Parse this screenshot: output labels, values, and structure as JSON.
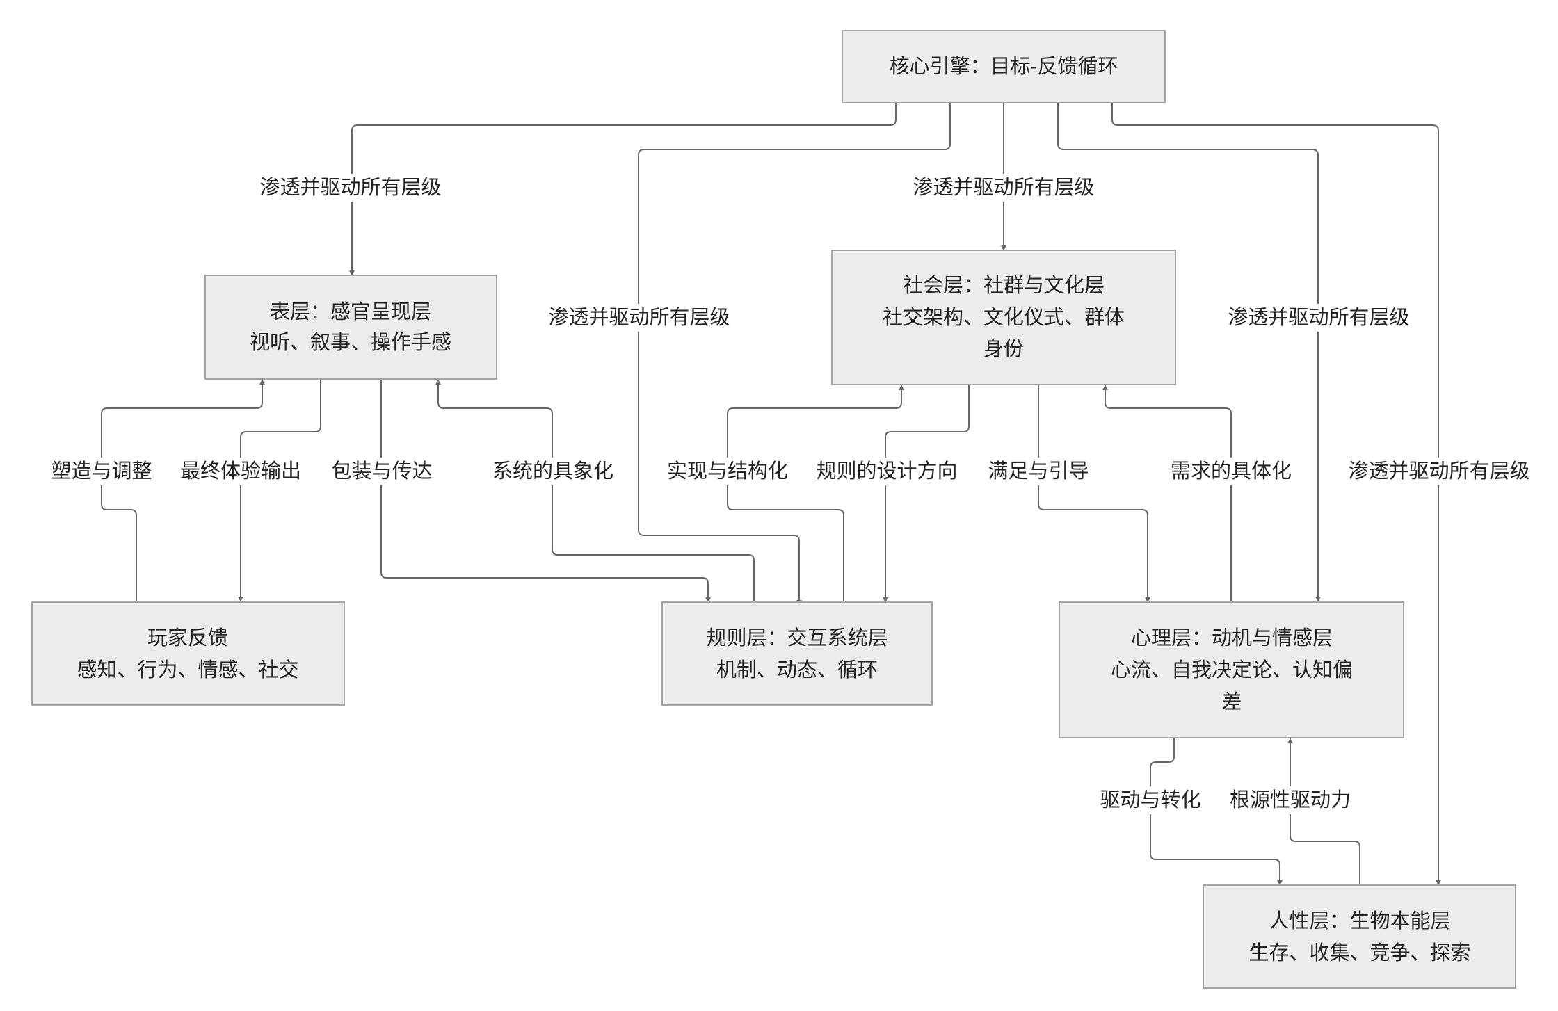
{
  "nodes": {
    "core": {
      "lines": [
        "核心引擎：目标-反馈循环"
      ]
    },
    "surface": {
      "lines": [
        "表层：感官呈现层",
        "视听、叙事、操作手感"
      ]
    },
    "social": {
      "lines": [
        "社会层：社群与文化层",
        "社交架构、文化仪式、群体",
        "身份"
      ]
    },
    "feedback": {
      "lines": [
        "玩家反馈",
        "感知、行为、情感、社交"
      ]
    },
    "rules": {
      "lines": [
        "规则层：交互系统层",
        "机制、动态、循环"
      ]
    },
    "psych": {
      "lines": [
        "心理层：动机与情感层",
        "心流、自我决定论、认知偏",
        "差"
      ]
    },
    "human": {
      "lines": [
        "人性层：生物本能层",
        "生存、收集、竞争、探索"
      ]
    }
  },
  "edges": {
    "core_surface": "渗透并驱动所有层级",
    "core_rules": "渗透并驱动所有层级",
    "core_social": "渗透并驱动所有层级",
    "core_psych": "渗透并驱动所有层级",
    "core_human": "渗透并驱动所有层级",
    "feedback_surface": "塑造与调整",
    "surface_feedback": "最终体验输出",
    "surface_rules": "包装与传达",
    "rules_surface": "系统的具象化",
    "rules_social": "实现与结构化",
    "social_rules": "规则的设计方向",
    "social_psych": "满足与引导",
    "psych_social": "需求的具体化",
    "psych_human": "驱动与转化",
    "human_psych": "根源性驱动力"
  }
}
